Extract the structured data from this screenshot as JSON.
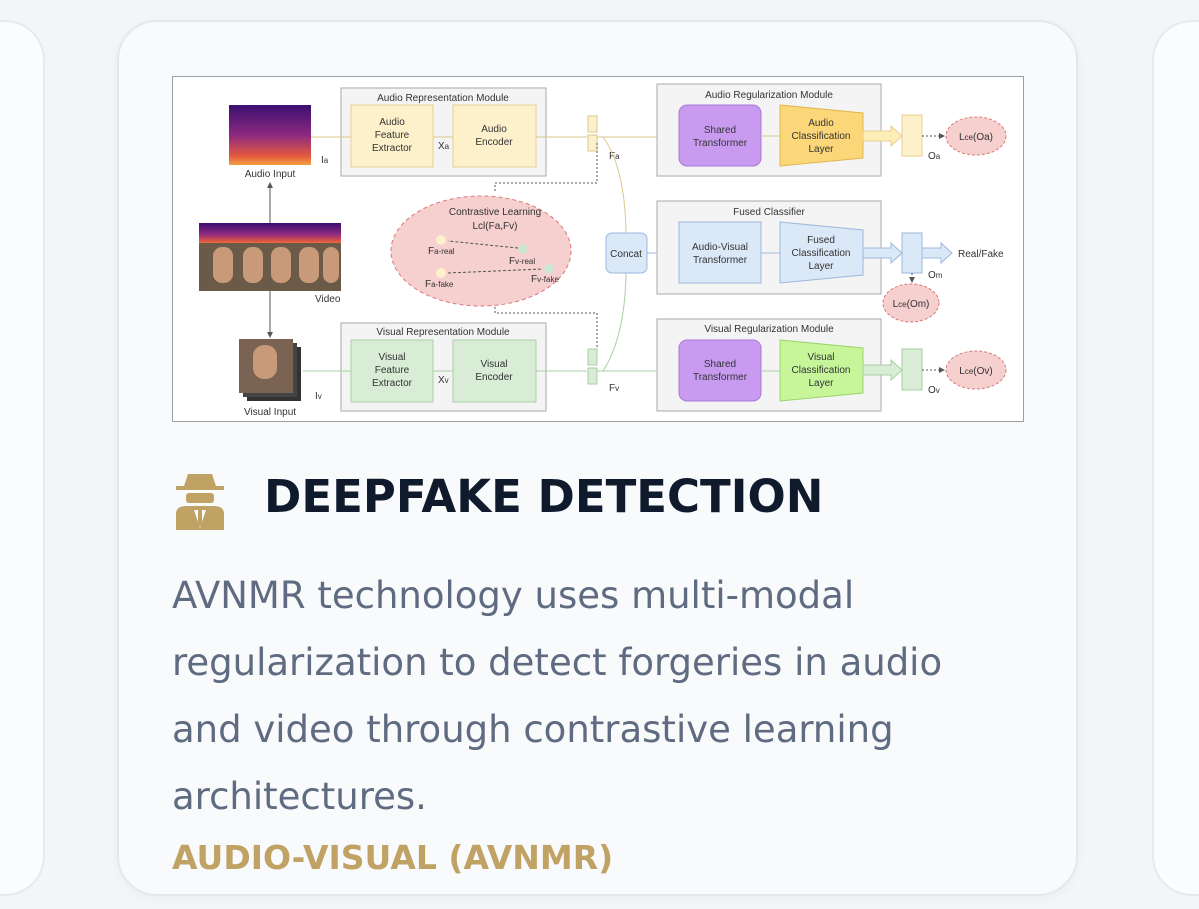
{
  "card": {
    "title": "DEEPFAKE DETECTION",
    "icon": "spy-icon",
    "description": "AVNMR technology uses multi-modal regularization to detect forgeries in audio and video through contrastive learning architectures.",
    "tag": "AUDIO-VISUAL (AVNMR)",
    "accent_color": "#c0a265",
    "title_color": "#0f1b2d"
  },
  "diagram": {
    "audio_input": "Audio Input",
    "ia": {
      "main": "I",
      "sub": "a"
    },
    "video": "Video",
    "visual_input": "Visual Input",
    "iv": {
      "main": "I",
      "sub": "v"
    },
    "audio_rep_module": "Audio Representation Module",
    "audio_feature_extractor": [
      "Audio",
      "Feature",
      "Extractor"
    ],
    "audio_encoder": [
      "Audio",
      "Encoder"
    ],
    "xa": {
      "main": "X",
      "sub": "a"
    },
    "visual_rep_module": "Visual Representation Module",
    "visual_feature_extractor": [
      "Visual",
      "Feature",
      "Extractor"
    ],
    "visual_encoder": [
      "Visual",
      "Encoder"
    ],
    "xv": {
      "main": "X",
      "sub": "v"
    },
    "fa": {
      "main": "F",
      "sub": "a"
    },
    "fv": {
      "main": "F",
      "sub": "v"
    },
    "contrastive": {
      "title": "Contrastive Learning",
      "loss": "Lcl(Fa,Fv)",
      "fa_real": {
        "main": "F",
        "sub": "a-real"
      },
      "fv_real": {
        "main": "F",
        "sub": "v-real"
      },
      "fa_fake": {
        "main": "F",
        "sub": "a-fake"
      },
      "fv_fake": {
        "main": "F",
        "sub": "v-fake"
      }
    },
    "concat": "Concat",
    "audio_reg_module": "Audio Regularization Module",
    "shared_transformer": [
      "Shared",
      "Transformer"
    ],
    "audio_class_layer": [
      "Audio",
      "Classification",
      "Layer"
    ],
    "oa": {
      "main": "O",
      "sub": "a"
    },
    "lce_oa": {
      "main": "L",
      "sub": "ce",
      "rest": "(Oa)"
    },
    "fused_classifier": "Fused Classifier",
    "av_transformer": [
      "Audio-Visual",
      "Transformer"
    ],
    "fused_class_layer": [
      "Fused",
      "Classification",
      "Layer"
    ],
    "om": {
      "main": "O",
      "sub": "m"
    },
    "real_fake": "Real/Fake",
    "lce_om": {
      "main": "L",
      "sub": "ce",
      "rest": "(Om)"
    },
    "visual_reg_module": "Visual Regularization Module",
    "visual_class_layer": [
      "Visual",
      "Classification",
      "Layer"
    ],
    "ov": {
      "main": "O",
      "sub": "v"
    },
    "lce_ov": {
      "main": "L",
      "sub": "ce",
      "rest": "(Ov)"
    }
  }
}
